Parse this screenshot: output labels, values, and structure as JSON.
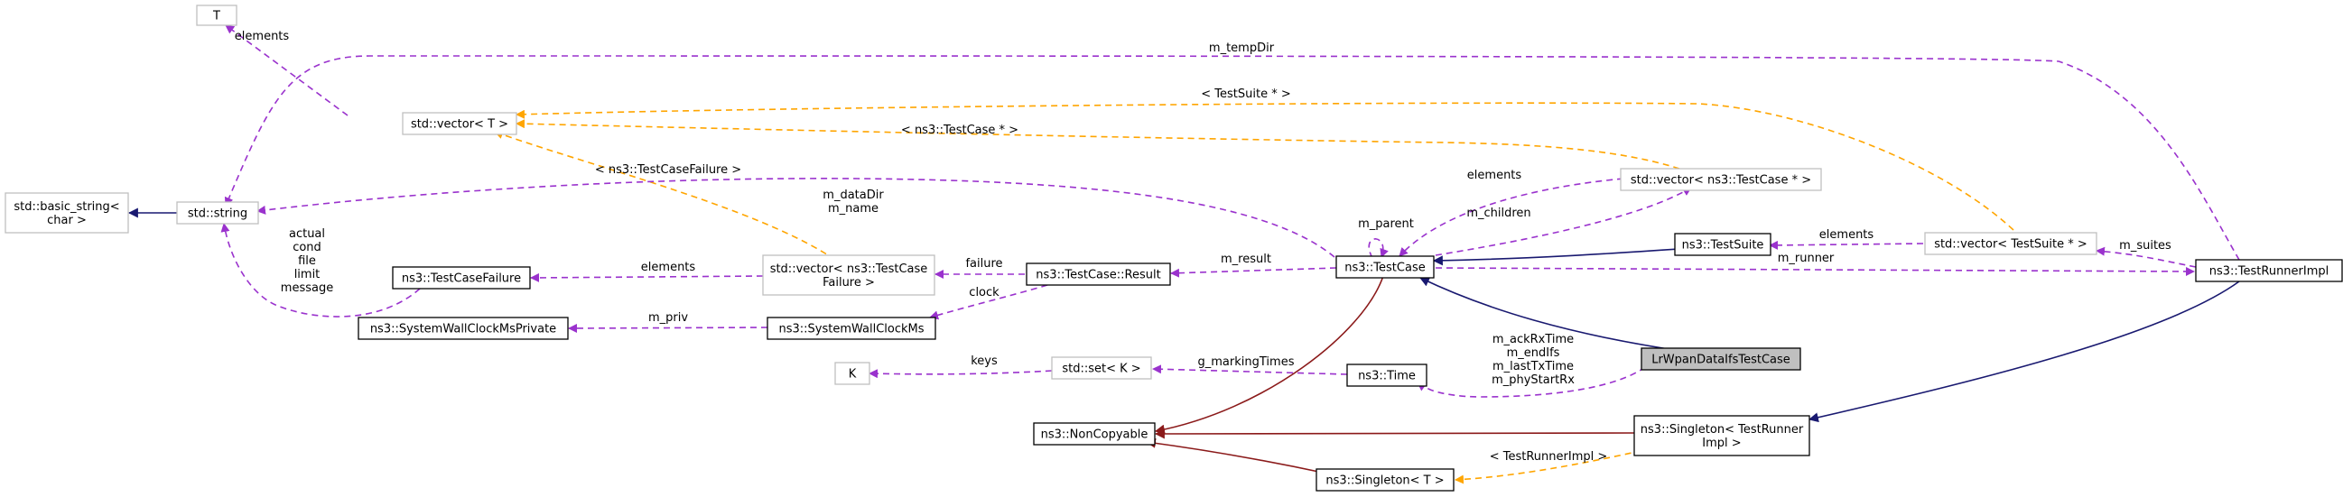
{
  "colors": {
    "usage": "#9a32cd",
    "template": "#ffa500",
    "public_inheritance": "#191970",
    "private_inheritance": "#8b1a1a",
    "node_border": "#000000",
    "node_border_light": "#bfbfbf",
    "focus_fill": "#bfbfbf"
  },
  "nodes": {
    "n_T": [
      "T"
    ],
    "n_vectorT": [
      "std::vector< T >"
    ],
    "n_basic_string": [
      "std::basic_string<",
      "char >"
    ],
    "n_string": [
      "std::string"
    ],
    "n_testcasefailure": [
      "ns3::TestCaseFailure"
    ],
    "n_sysclockpriv": [
      "ns3::SystemWallClockMsPrivate"
    ],
    "n_K": [
      "K"
    ],
    "n_noncopyable": [
      "ns3::NonCopyable"
    ],
    "n_vector_failure": [
      "std::vector< ns3::TestCase",
      "Failure >"
    ],
    "n_sysclock": [
      "ns3::SystemWallClockMs"
    ],
    "n_setK": [
      "std::set< K >"
    ],
    "n_result": [
      "ns3::TestCase::Result"
    ],
    "n_time": [
      "ns3::Time"
    ],
    "n_singletonT": [
      "ns3::Singleton< T >"
    ],
    "n_testcase": [
      "ns3::TestCase"
    ],
    "n_vector_testcase": [
      "std::vector< ns3::TestCase * >"
    ],
    "n_testsuite": [
      "ns3::TestSuite"
    ],
    "n_lrwpan": [
      "LrWpanDataIfsTestCase"
    ],
    "n_singleton_runner": [
      "ns3::Singleton< TestRunner",
      "Impl >"
    ],
    "n_vector_suite": [
      "std::vector< TestSuite * >"
    ],
    "n_runnerimpl": [
      "ns3::TestRunnerImpl"
    ]
  },
  "edge_labels": {
    "e_vecT_T": [
      "elements"
    ],
    "e_runner_string": [
      "m_tempDir"
    ],
    "e_vsuite_vecT": [
      "< TestSuite * >"
    ],
    "e_vtc_vecT": [
      "< ns3::TestCase * >"
    ],
    "e_vfail_vecT": [
      "< ns3::TestCaseFailure >"
    ],
    "e_tc_string": [
      "m_dataDir",
      "m_name"
    ],
    "e_tcf_string": [
      "actual",
      "cond",
      "file",
      "limit",
      "message"
    ],
    "e_vfail_tcf": [
      "elements"
    ],
    "e_result_vfail": [
      "failure"
    ],
    "e_result_clock": [
      "clock"
    ],
    "e_clock_priv": [
      "m_priv"
    ],
    "e_set_K": [
      "keys"
    ],
    "e_time_set": [
      "g_markingTimes"
    ],
    "e_tc_result": [
      "m_result"
    ],
    "e_tc_self": [
      "m_parent"
    ],
    "e_vtc_tc": [
      "elements"
    ],
    "e_tc_vtc": [
      "m_children"
    ],
    "e_vsuite_suite": [
      "elements"
    ],
    "e_runner_vsuite": [
      "m_suites"
    ],
    "e_tc_runner": [
      "m_runner"
    ],
    "e_lrwpan_time": [
      "m_ackRxTime",
      "m_endIfs",
      "m_lastTxTime",
      "m_phyStartRx"
    ],
    "e_singleton_runner_singletonT": [
      "< TestRunnerImpl >"
    ]
  }
}
